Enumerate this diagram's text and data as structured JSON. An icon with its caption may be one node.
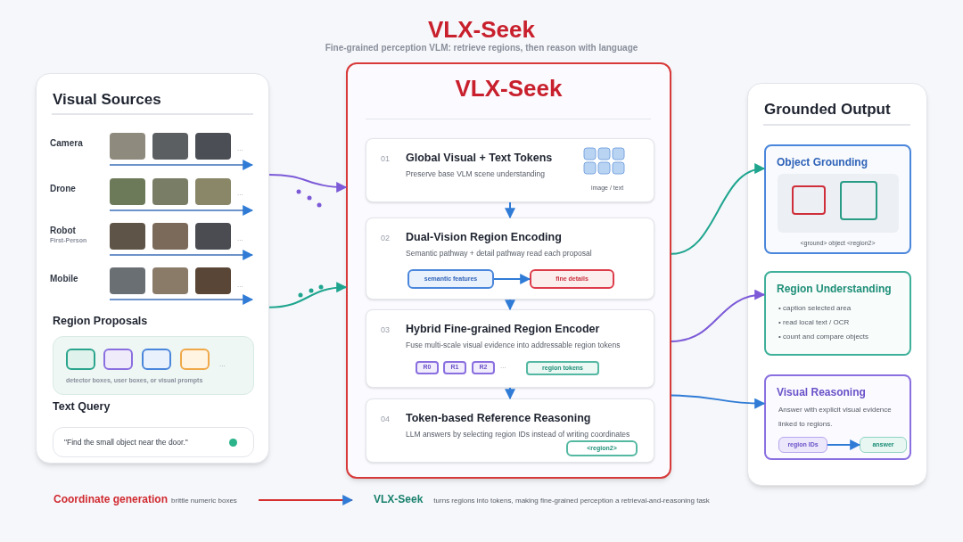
{
  "diagram": {
    "title": "VLX-Seek",
    "nodes": [
      {
        "text": [
          "Visual Sources"
        ]
      },
      {
        "text": [
          "Region Proposals",
          "detector boxes, user boxes, or visual prompts"
        ],
        "in": 0
      },
      {
        "text": [],
        "shape": "box",
        "in": 1
      },
      {
        "text": [],
        "shape": "box",
        "in": 1
      },
      {
        "text": [],
        "shape": "box",
        "in": 1
      },
      {
        "text": [],
        "shape": "box",
        "in": 1
      },
      {
        "text": [
          "Text Query",
          "\"Find the small object near the door.\""
        ],
        "in": 0
      },
      {
        "text": [
          "VLX-Seek"
        ]
      },
      {
        "text": [
          "01",
          "Global Visual + Text Tokens",
          "Preserve base VLM scene understanding",
          "image / text"
        ],
        "in": 7
      },
      {
        "text": [
          "02",
          "Dual-Vision Region Encoding",
          "Semantic pathway + detail pathway read each proposal"
        ],
        "in": 7
      },
      {
        "text": [
          "semantic features"
        ],
        "in": 9
      },
      {
        "text": [
          "fine details"
        ],
        "in": 9
      },
      {
        "text": [
          "03",
          "Hybrid Fine-grained Region Encoder",
          "Fuse multi-scale visual evidence into addressable region tokens"
        ],
        "in": 7
      },
      {
        "text": [
          "R0"
        ],
        "in": 12
      },
      {
        "text": [
          "R1"
        ],
        "in": 12
      },
      {
        "text": [
          "R2"
        ],
        "in": 12
      },
      {
        "text": [
          "region tokens"
        ],
        "in": 12
      },
      {
        "text": [
          "04",
          "Token-based Reference Reasoning",
          "LLM answers by selecting region IDs instead of writing coordinates"
        ],
        "in": 7
      },
      {
        "text": [
          "<region2>"
        ],
        "in": 17
      },
      {
        "text": [
          "Grounded Output"
        ]
      },
      {
        "text": [
          "Object Grounding",
          "<ground> object <region2>"
        ],
        "in": 19
      },
      {
        "text": [],
        "shape": "box",
        "in": 20
      },
      {
        "text": [],
        "shape": "box",
        "in": 21
      },
      {
        "text": [],
        "shape": "box",
        "in": 21
      },
      {
        "text": [
          "Region Understanding",
          "• caption selected area",
          "• read local text / OCR",
          "• count and compare objects"
        ],
        "in": 19
      },
      {
        "text": [
          "Visual Reasoning",
          "Answer with explicit visual evidence linked to regions."
        ],
        "in": 19
      },
      {
        "text": [
          "region IDs"
        ],
        "in": 25
      },
      {
        "text": [
          "answer"
        ],
        "in": 25
      },
      {
        "text": [
          "Coordinate generation",
          "brittle numeric boxes"
        ]
      },
      {
        "text": [
          "VLX-Seek",
          "turns regions into tokens, making fine-grained perception a retrieval-and-reasoning task"
        ]
      }
    ],
    "edges": [
      {
        "from": 0,
        "to": 7,
        "arrow": "to",
        "color": "#7c5ad8"
      },
      {
        "from": 0,
        "to": 7,
        "arrow": "to",
        "color": "#1fa58f"
      },
      {
        "from": 8,
        "to": 9,
        "arrow": "to"
      },
      {
        "from": 9,
        "to": 12,
        "arrow": "to"
      },
      {
        "from": 12,
        "to": 17,
        "arrow": "to"
      },
      {
        "from": 10,
        "to": 11,
        "arrow": "to"
      },
      {
        "from": 7,
        "to": 20,
        "arrow": "to",
        "color": "#1fa58f"
      },
      {
        "from": 7,
        "to": 24,
        "arrow": "to",
        "color": "#7c5ad8"
      },
      {
        "from": 7,
        "to": 25,
        "arrow": "to"
      },
      {
        "from": 26,
        "to": 27,
        "arrow": "to"
      },
      {
        "from": 28,
        "to": 29,
        "arrow": "to",
        "color": "#d62f2f"
      }
    ],
    "labels": [
      "Fine-grained perception VLM: retrieve regions, then reason with language",
      "Camera",
      "...",
      "Drone",
      "...",
      "Robot",
      "First-Person",
      "...",
      "Mobile",
      "...",
      "...",
      "..."
    ]
  }
}
